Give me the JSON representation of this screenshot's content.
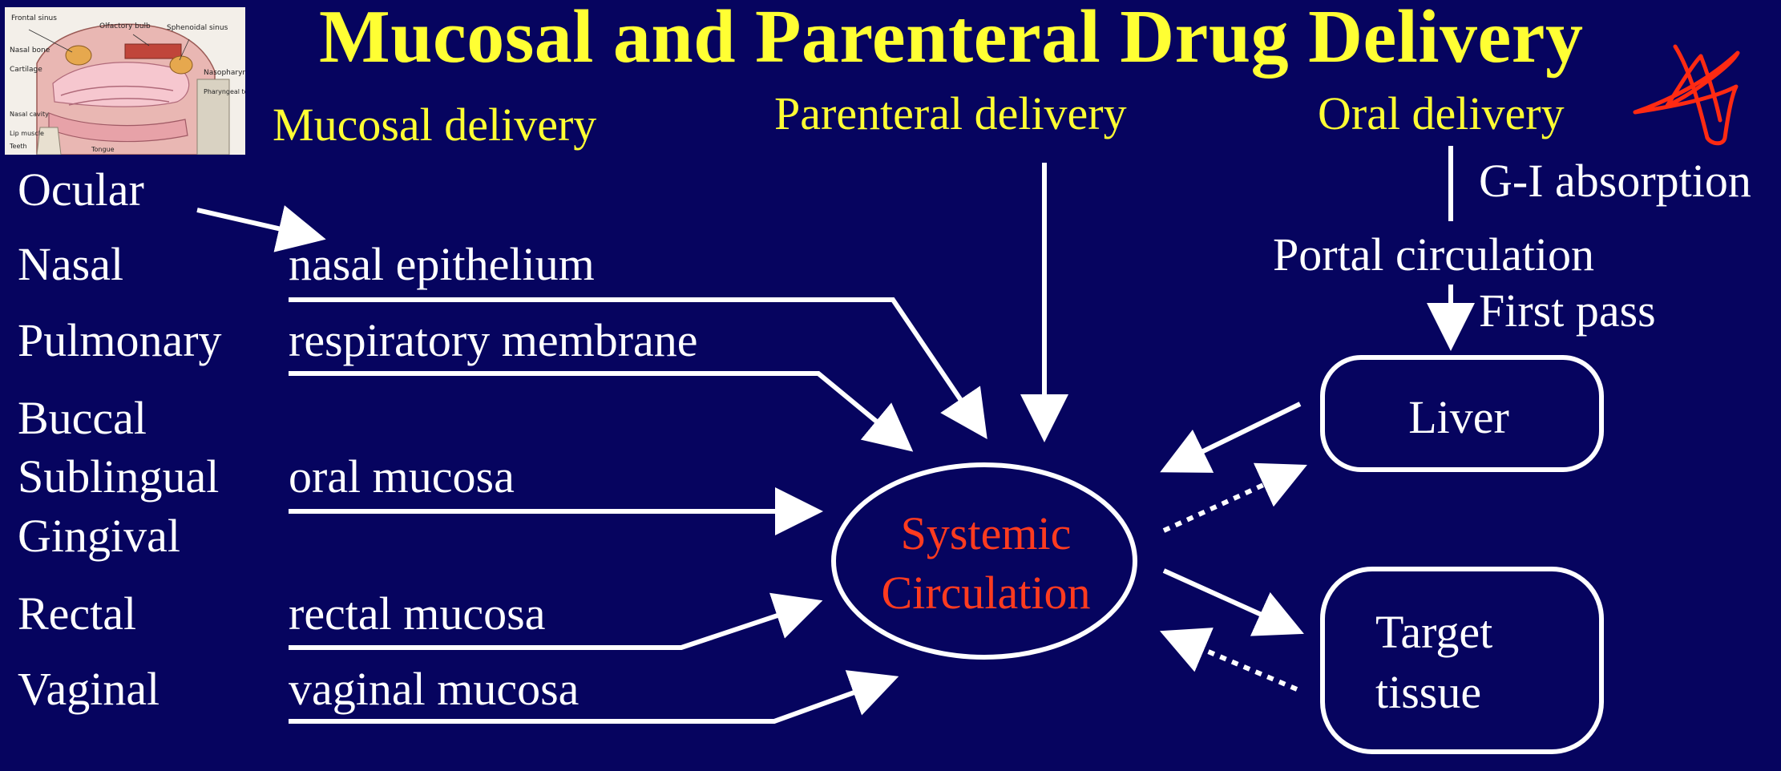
{
  "title": "Mucosal and Parenteral Drug Delivery",
  "headers": {
    "mucosal": "Mucosal delivery",
    "parenteral": "Parenteral delivery",
    "oral": "Oral delivery"
  },
  "routes": {
    "ocular": "Ocular",
    "nasal": "Nasal",
    "pulmonary": "Pulmonary",
    "buccal": "Buccal",
    "sublingual": "Sublingual",
    "gingival": "Gingival",
    "rectal": "Rectal",
    "vaginal": "Vaginal"
  },
  "membranes": {
    "nasal": "nasal epithelium",
    "respiratory": "respiratory membrane",
    "oral": "oral mucosa",
    "rectal": "rectal mucosa",
    "vaginal": "vaginal mucosa"
  },
  "oral_path": {
    "gi": "G-I absorption",
    "portal": "Portal circulation",
    "first_pass": "First pass"
  },
  "nodes": {
    "systemic_line1": "Systemic",
    "systemic_line2": "Circulation",
    "liver": "Liver",
    "target_line1": "Target",
    "target_line2": "tissue"
  },
  "thumbnail": {
    "labels": [
      "Frontal sinus",
      "Olfactory bulb",
      "Sphenoidal sinus",
      "Nasal bone",
      "Cartilage",
      "Nasopharynx",
      "Pharyngeal tonsil",
      "Nasal cavity",
      "Lip muscle",
      "Teeth",
      "Tongue"
    ]
  },
  "colors": {
    "background": "#06045f",
    "title": "#ffff33",
    "text": "#ffffff",
    "systemic_text": "#ff3b1f",
    "annotation": "#ff2a12"
  }
}
